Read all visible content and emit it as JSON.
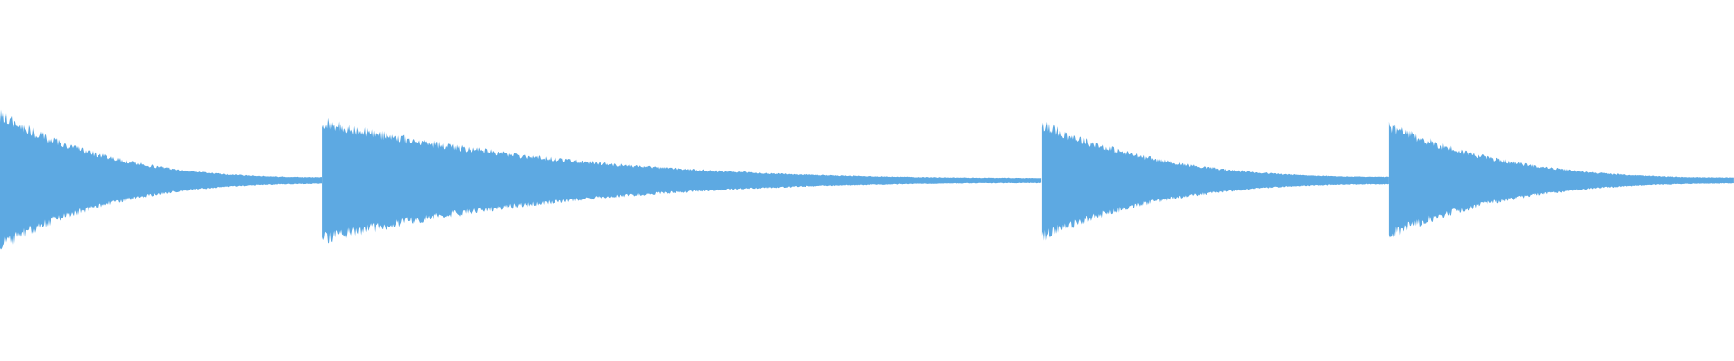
{
  "waveform": {
    "color": "#5DA9E2",
    "background": "#FFFFFF",
    "baseline_amplitude": 0.012,
    "segments": [
      {
        "start": 0.0,
        "end": 0.186,
        "peak": 0.36,
        "decay_to": 0.018
      },
      {
        "start": 0.186,
        "end": 0.601,
        "peak": 0.32,
        "decay_to": 0.014
      },
      {
        "start": 0.601,
        "end": 0.801,
        "peak": 0.31,
        "decay_to": 0.02
      },
      {
        "start": 0.801,
        "end": 1.0,
        "peak": 0.3,
        "decay_to": 0.016
      }
    ]
  }
}
